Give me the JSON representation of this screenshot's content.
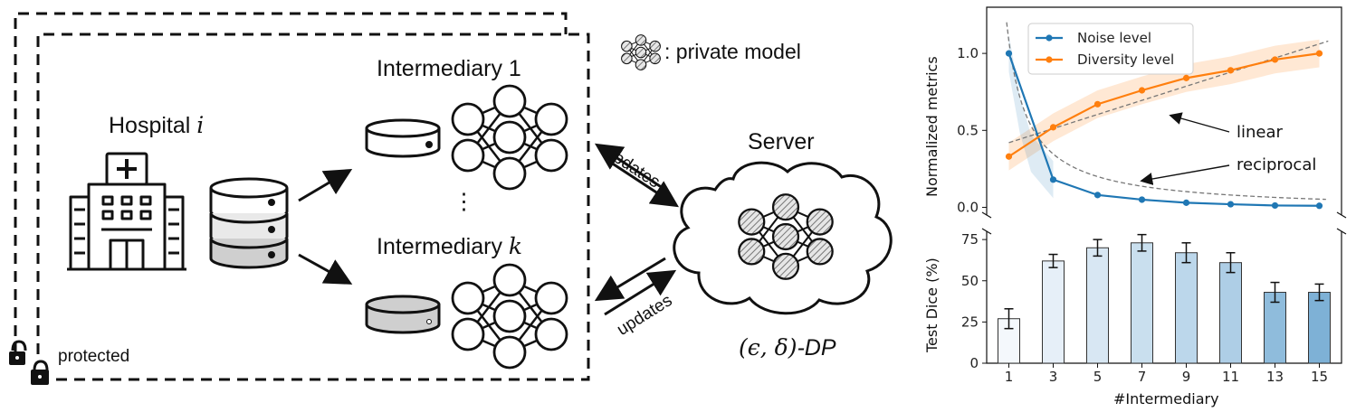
{
  "diagram": {
    "legend_model_label": ": private model",
    "hospital": {
      "label": "Hospital",
      "index": "i"
    },
    "intermediary_top": "Intermediary 1",
    "intermediary_bottom": {
      "label": "Intermediary",
      "index": "k"
    },
    "dots": "⋮",
    "updates_top": "updates",
    "updates_bottom": "updates",
    "server": "Server",
    "dp_prefix": "(ϵ, δ)",
    "dp_suffix": "-DP",
    "protected": "protected"
  },
  "chart_data": [
    {
      "type": "line",
      "ylabel": "Normalized metrics",
      "x": [
        1,
        3,
        5,
        7,
        9,
        11,
        13,
        15
      ],
      "xlim": [
        0,
        16
      ],
      "ylim": [
        -0.05,
        1.3
      ],
      "yticks": [
        "0.0",
        "0.5",
        "1.0"
      ],
      "series": [
        {
          "name": "Noise level",
          "color": "#1f77b4",
          "values": [
            1.0,
            0.18,
            0.08,
            0.05,
            0.03,
            0.02,
            0.012,
            0.01
          ]
        },
        {
          "name": "Diversity level",
          "color": "#ff7f0e",
          "values": [
            0.33,
            0.52,
            0.67,
            0.76,
            0.84,
            0.89,
            0.96,
            1.0
          ]
        }
      ],
      "annotations": [
        "linear",
        "reciprocal"
      ]
    },
    {
      "type": "bar",
      "ylabel": "Test Dice (%)",
      "xlabel": "#Intermediary",
      "categories": [
        "1",
        "3",
        "5",
        "7",
        "9",
        "11",
        "13",
        "15"
      ],
      "values": [
        27,
        62,
        70,
        73,
        67,
        61,
        43,
        43
      ],
      "errors": [
        6,
        4,
        5,
        5,
        6,
        6,
        6,
        5
      ],
      "ylim": [
        0,
        80
      ],
      "yticks": [
        "0",
        "25",
        "50",
        "75"
      ]
    }
  ]
}
